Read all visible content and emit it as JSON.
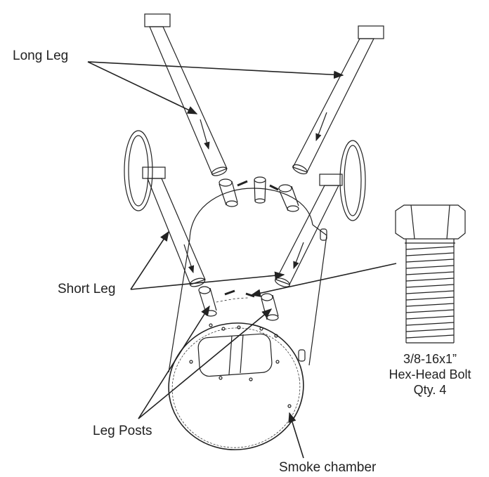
{
  "labels": {
    "long_leg": "Long Leg",
    "short_leg": "Short Leg",
    "leg_posts": "Leg Posts",
    "smoke_chamber": "Smoke chamber"
  },
  "bolt": {
    "size": "3/8-16x1”",
    "name": "Hex-Head Bolt",
    "qty": "Qty. 4"
  },
  "colors": {
    "line": "#222222",
    "background": "#ffffff"
  }
}
